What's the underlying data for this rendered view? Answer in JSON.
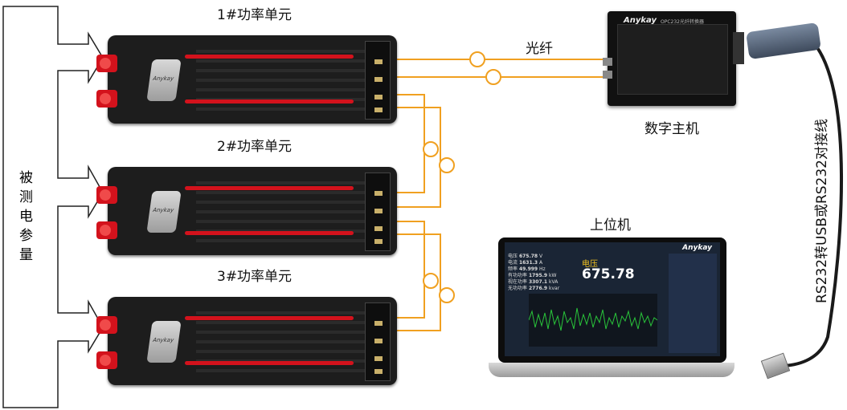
{
  "title_unit1": "1#功率单元",
  "title_unit2": "2#功率单元",
  "title_unit3": "3#功率单元",
  "fiber_label": "光纤",
  "digital_host_label": "数字主机",
  "pc_label": "上位机",
  "cable_label": "RS232转USB或RS232对接线",
  "measured_label": [
    "被",
    "测",
    "电",
    "参",
    "量"
  ],
  "host_brand": "Anykay",
  "host_model": "OPC232光纤转换器",
  "unit_brand": "Anykay",
  "screen": {
    "brand": "Anykay",
    "readings": [
      {
        "name": "电压",
        "value": "675.78",
        "unit": "V"
      },
      {
        "name": "电流",
        "value": "1631.3",
        "unit": "A"
      },
      {
        "name": "频率",
        "value": "49.999",
        "unit": "Hz"
      },
      {
        "name": "有功功率",
        "value": "1795.9",
        "unit": "kW"
      },
      {
        "name": "视在功率",
        "value": "3307.1",
        "unit": "kVA"
      },
      {
        "name": "无功功率",
        "value": "2776.9",
        "unit": "kvar"
      }
    ],
    "big_label": "电压",
    "big_value": "675.78"
  },
  "colors": {
    "fiber": "#f0a020",
    "arrow": "#222222",
    "unit_red": "#d3121c",
    "screen_wave": "#29c43a"
  }
}
